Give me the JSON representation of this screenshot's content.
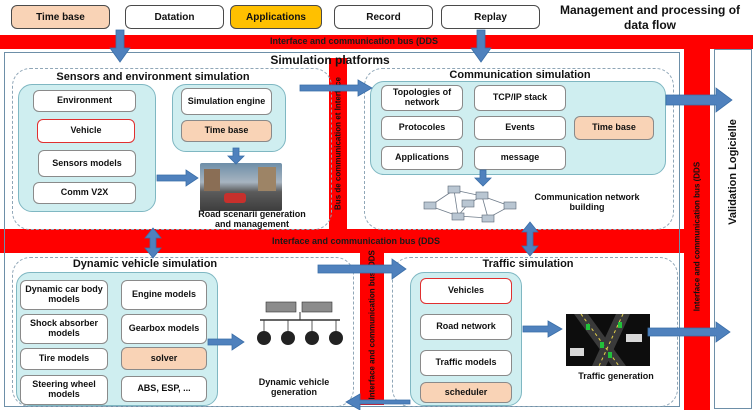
{
  "top_tabs": [
    "Time base",
    "Datation",
    "Applications",
    "Record",
    "Replay"
  ],
  "header_title": "Management and processing of data flow",
  "bus": {
    "top": "Interface and communication  bus (DDS",
    "middle": "Interface and communication  bus (DDS",
    "vertical_upper": "Bus de communication et Interface",
    "vertical_lower": "Interface and communication  bus (DDS",
    "vertical_right": "Interface and communication bus (DDS"
  },
  "platforms_title": "Simulation platforms",
  "validation_label": "Validation Logicielle",
  "sensors": {
    "title": "Sensors and environment simulation",
    "items": [
      "Environment",
      "Vehicle",
      "Sensors models",
      "Comm V2X"
    ],
    "engine_label": "Simulation engine",
    "time_base": "Time base",
    "caption": "Road scenarii generation and management"
  },
  "communication": {
    "title": "Communication simulation",
    "items": [
      "Topologies of network",
      "TCP/IP stack",
      "Protocoles",
      "Events",
      "Time base",
      "Applications",
      "message"
    ],
    "caption": "Communication network building"
  },
  "dynamic": {
    "title": "Dynamic vehicle simulation",
    "items": [
      "Dynamic car body models",
      "Engine models",
      "Shock absorber models",
      "Gearbox models",
      "Tire models",
      "solver",
      "Steering wheel models",
      "ABS, ESP, ..."
    ],
    "caption": "Dynamic vehicle generation"
  },
  "traffic": {
    "title": "Traffic simulation",
    "items": [
      "Vehicles",
      "Road network",
      "Traffic models",
      "scheduler"
    ],
    "caption": "Traffic generation"
  },
  "colors": {
    "bus": "#ff0000",
    "arrow": "#4f81bd",
    "panel": "#cfeef0",
    "peach": "#f9d3b6",
    "orange": "#ffc000"
  }
}
